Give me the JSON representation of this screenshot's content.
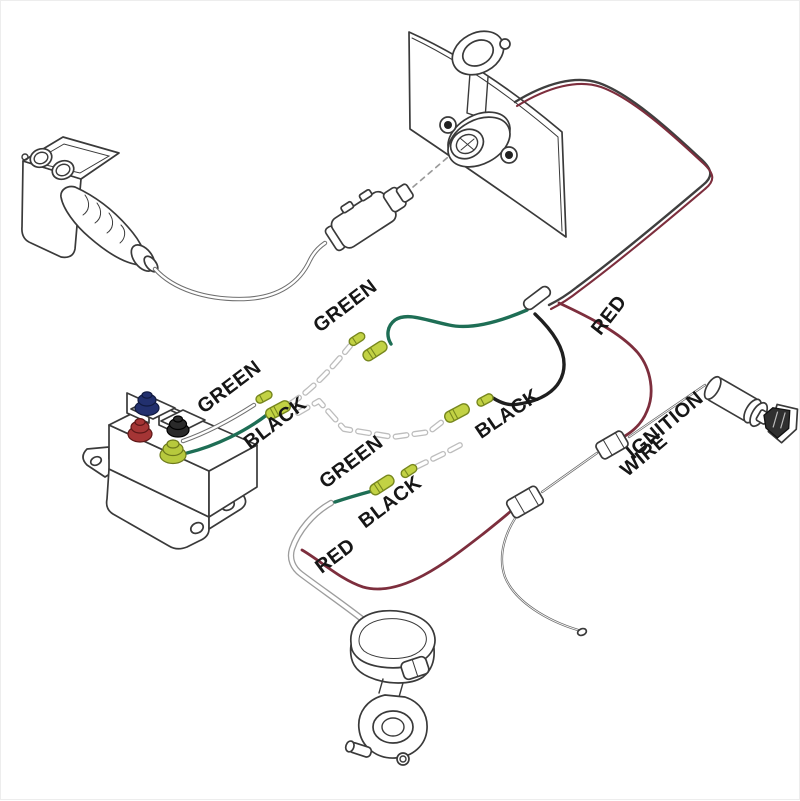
{
  "diagram": {
    "type": "winch-wiring-diagram",
    "labels": {
      "green": "GREEN",
      "black": "BLACK",
      "red": "RED",
      "ignition_line1": "IGNITION",
      "ignition_line2": "WIRE"
    },
    "colors": {
      "line_art": "#3a3a3a",
      "wire_green": "#1e6e55",
      "wire_black": "#1f1f1f",
      "wire_red": "#7d2e3d",
      "connector_yellow": "#c2d244",
      "terminal_blue": "#22306e",
      "terminal_red": "#a53535",
      "terminal_black": "#2a2a2a",
      "terminal_yellow": "#b7c93d",
      "label_text": "#161616"
    }
  }
}
